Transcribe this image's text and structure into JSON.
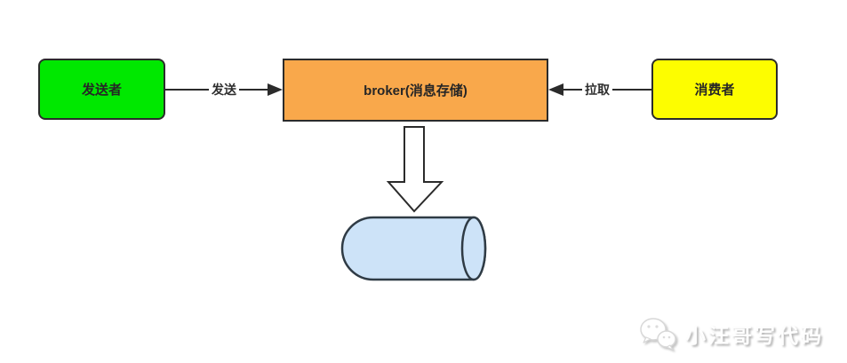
{
  "nodes": {
    "sender": {
      "label": "发送者",
      "fill": "#00e800"
    },
    "broker": {
      "label": "broker(消息存储)",
      "fill": "#f9a84b"
    },
    "consumer": {
      "label": "消费者",
      "fill": "#fdfd00"
    }
  },
  "edges": {
    "send": {
      "label": "发送",
      "direction": "sender-to-broker"
    },
    "pull": {
      "label": "拉取",
      "direction": "consumer-to-broker"
    }
  },
  "shapes": {
    "down_arrow": {
      "name": "hollow-down-arrow",
      "fill": "#ffffff"
    },
    "storage": {
      "name": "storage-cylinder",
      "fill": "#cde3f8"
    }
  },
  "colors": {
    "stroke": "#2b2b2b",
    "cylinder_stroke": "#2f3b45"
  },
  "watermark": {
    "icon": "wechat-icon",
    "text": "小汪哥写代码"
  }
}
